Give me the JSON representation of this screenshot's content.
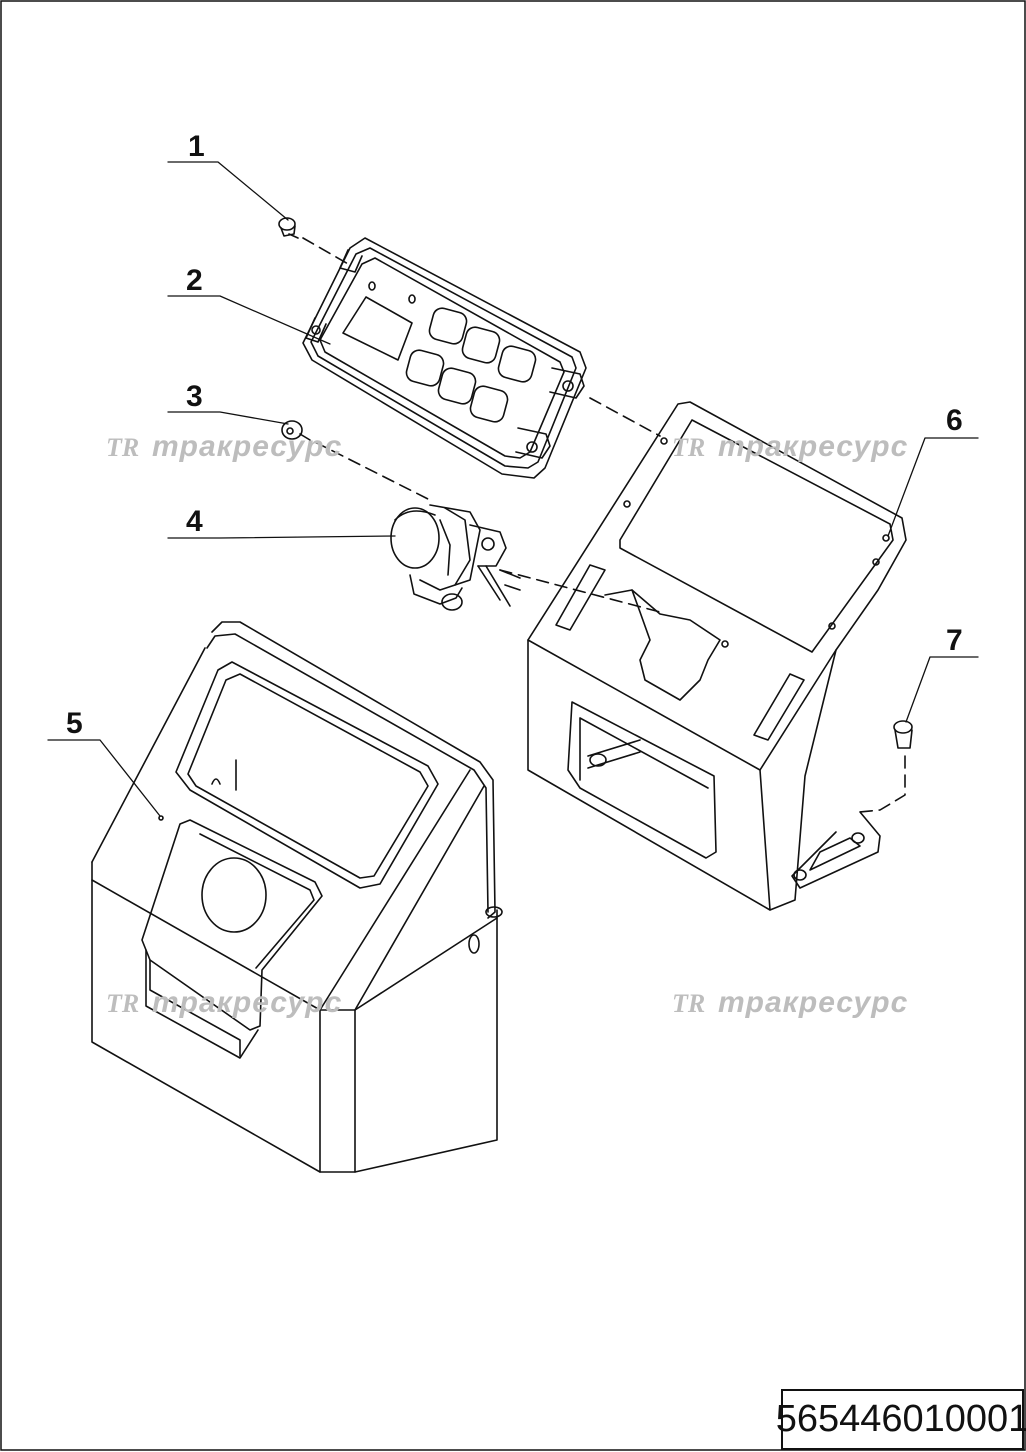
{
  "diagram": {
    "callouts": [
      {
        "id": "1",
        "label": "1"
      },
      {
        "id": "2",
        "label": "2"
      },
      {
        "id": "3",
        "label": "3"
      },
      {
        "id": "4",
        "label": "4"
      },
      {
        "id": "5",
        "label": "5"
      },
      {
        "id": "6",
        "label": "6"
      },
      {
        "id": "7",
        "label": "7"
      }
    ],
    "watermarks": [
      {
        "logo": "TR",
        "text": "тракресурс"
      },
      {
        "logo": "TR",
        "text": "тракресурс"
      },
      {
        "logo": "TR",
        "text": "тракресурс"
      },
      {
        "logo": "TR",
        "text": "тракресурс"
      }
    ],
    "part_number": "565446010001"
  },
  "colors": {
    "line": "#111111",
    "watermark": "#bdbdbd",
    "background": "#ffffff"
  }
}
